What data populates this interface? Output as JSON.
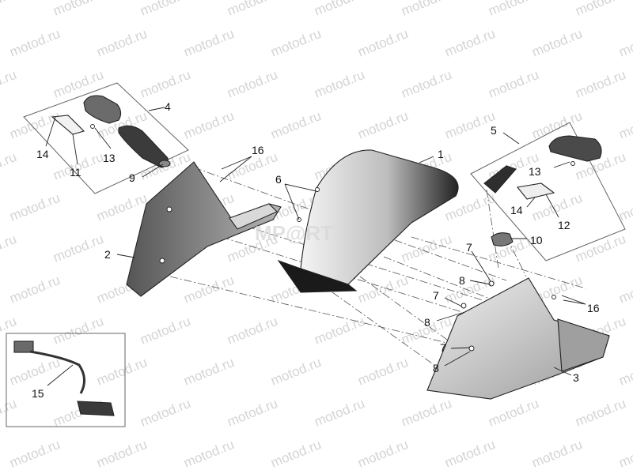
{
  "watermark": {
    "text": "motod.ru"
  },
  "center_logo": {
    "text": "MP@RT"
  },
  "callouts": [
    "1",
    "2",
    "3",
    "4",
    "5",
    "6",
    "7",
    "8",
    "9",
    "10",
    "11",
    "12",
    "13",
    "14",
    "15",
    "16"
  ],
  "groups": {
    "mirror_left": "4",
    "mirror_right": "5",
    "wiring": "15"
  }
}
